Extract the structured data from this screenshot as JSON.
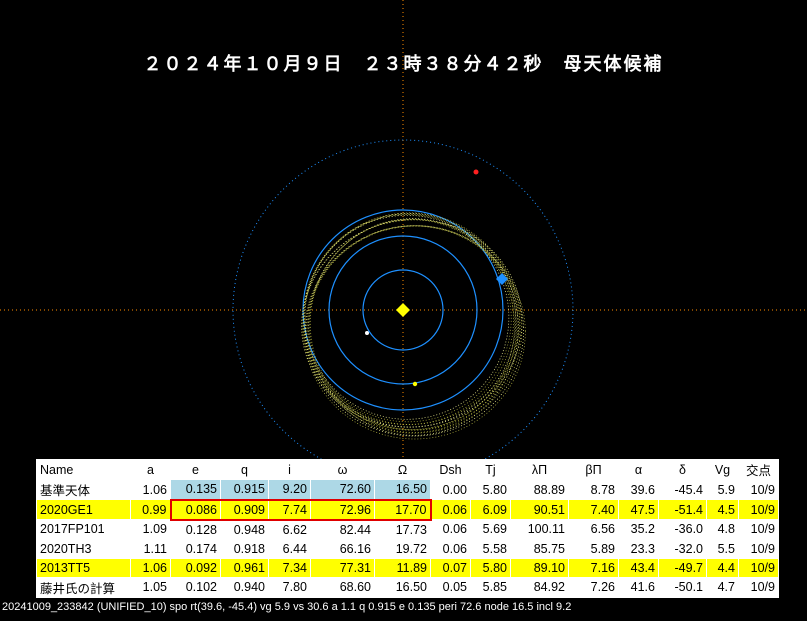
{
  "title": "２０２４年１０月９日　２３時３８分４２秒　母天体候補",
  "columns": [
    "Name",
    "a",
    "e",
    "q",
    "i",
    "ω",
    "Ω",
    "Dsh",
    "Tj",
    "λΠ",
    "βΠ",
    "α",
    "δ",
    "Vg",
    "交点"
  ],
  "rows": [
    {
      "cells": [
        "基準天体",
        "1.06",
        "0.135",
        "0.915",
        "9.20",
        "72.60",
        "16.50",
        "0.00",
        "5.80",
        "88.89",
        "8.78",
        "39.6",
        "-45.4",
        "5.9",
        "10/9"
      ],
      "style": "white"
    },
    {
      "cells": [
        "2020GE1",
        "0.99",
        "0.086",
        "0.909",
        "7.74",
        "72.96",
        "17.70",
        "0.06",
        "6.09",
        "90.51",
        "7.40",
        "47.5",
        "-51.4",
        "4.5",
        "10/9"
      ],
      "style": "yellow"
    },
    {
      "cells": [
        "2017FP101",
        "1.09",
        "0.128",
        "0.948",
        "6.62",
        "82.44",
        "17.73",
        "0.06",
        "5.69",
        "100.11",
        "6.56",
        "35.2",
        "-36.0",
        "4.8",
        "10/9"
      ],
      "style": "white"
    },
    {
      "cells": [
        "2020TH3",
        "1.11",
        "0.174",
        "0.918",
        "6.44",
        "66.16",
        "19.72",
        "0.06",
        "5.58",
        "85.75",
        "5.89",
        "23.3",
        "-32.0",
        "5.5",
        "10/9"
      ],
      "style": "white"
    },
    {
      "cells": [
        "2013TT5",
        "1.06",
        "0.092",
        "0.961",
        "7.34",
        "77.31",
        "11.89",
        "0.07",
        "5.80",
        "89.10",
        "7.16",
        "43.4",
        "-49.7",
        "4.4",
        "10/9"
      ],
      "style": "yellow"
    },
    {
      "cells": [
        "藤井氏の計算",
        "1.05",
        "0.102",
        "0.940",
        "7.80",
        "68.60",
        "16.50",
        "0.05",
        "5.85",
        "84.92",
        "7.26",
        "41.6",
        "-50.1",
        "4.7",
        "10/9"
      ],
      "style": "white"
    }
  ],
  "footer": "20241009_233842 (UNIFIED_10) spo rt(39.6, -45.4) vg 5.9 vs 30.6 a 1.1 q 0.915 e 0.135 peri 72.6 node 16.5 incl 9.2",
  "colors": {
    "background": "#000000",
    "orbit_blue": "#1e90ff",
    "orbit_yellow": "#ffff66",
    "sun": "#ffff00",
    "earth_marker": "#1e90ff",
    "mars_marker": "#ff2020",
    "highlight_row": "#ffff00",
    "reference_cells": "#add8e6",
    "highlight_border": "#e00000"
  },
  "icons": {
    "sun": "yellow-diamond",
    "earth": "blue-diamond",
    "mars": "red-dot",
    "mercury": "white-dot",
    "venus": "yellow-dot"
  }
}
